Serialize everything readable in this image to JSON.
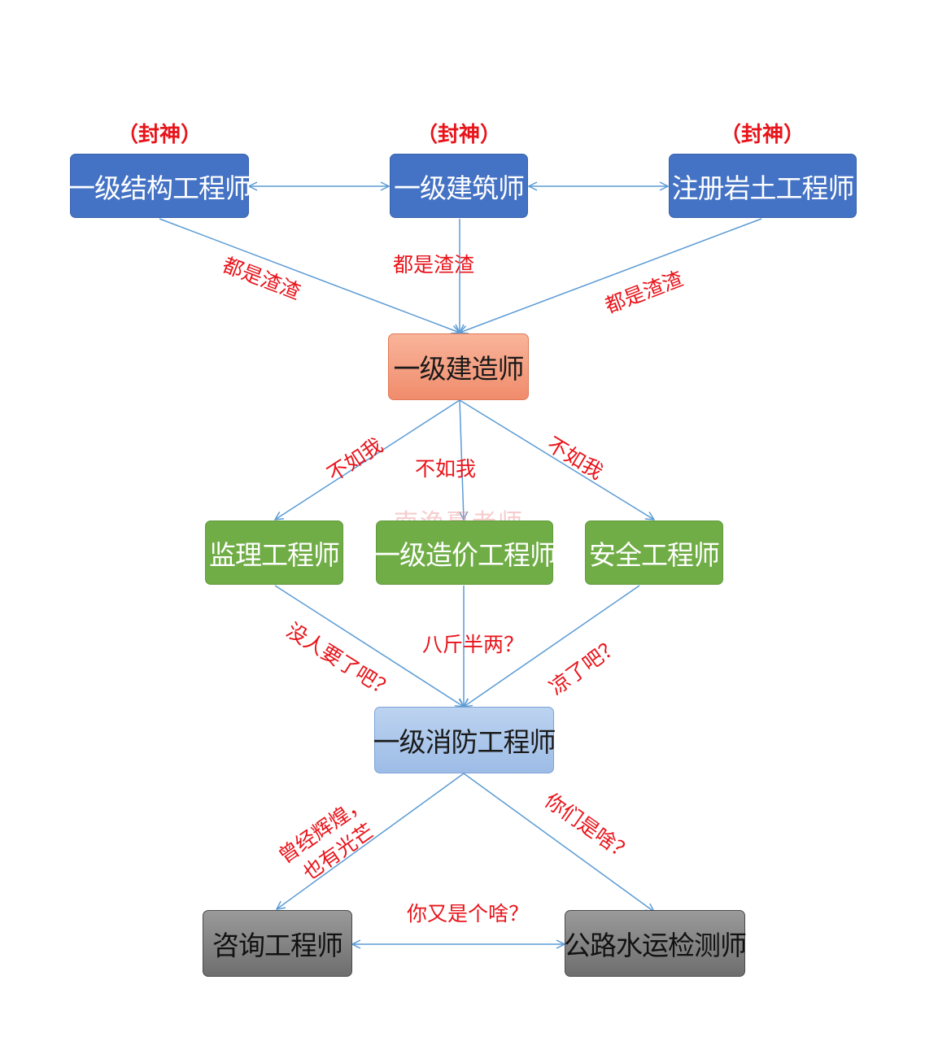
{
  "tags": {
    "t1": "（封神）",
    "t2": "（封神）",
    "t3": "（封神）"
  },
  "nodes": {
    "structural": "一级结构工程师",
    "architect": "一级建筑师",
    "geotech": "注册岩土工程师",
    "constructor": "一级建造师",
    "supervisor": "监理工程师",
    "cost": "一级造价工程师",
    "safety": "安全工程师",
    "fire": "一级消防工程师",
    "consult": "咨询工程师",
    "highway": "公路水运检测师"
  },
  "labels": {
    "l1": "都是渣渣",
    "l2": "都是渣渣",
    "l3": "都是渣渣",
    "l4": "不如我",
    "l5": "不如我",
    "l6": "不如我",
    "l7": "没人要了吧？",
    "l8": "八斤半两？",
    "l9": "凉了吧？",
    "l10a": "曾经辉煌，",
    "l10b": "也有光芒",
    "l11": "你们是啥？",
    "l12": "你又是个啥？"
  },
  "watermark": "南渔夏老师",
  "colors": {
    "top_row": "#4472c4",
    "center": "#f4a07e",
    "middle_row": "#70ad47",
    "fire": "#a9c5eb",
    "bottom_row": "#808080",
    "edge": "#5b9bd5",
    "label": "#e8141b"
  }
}
